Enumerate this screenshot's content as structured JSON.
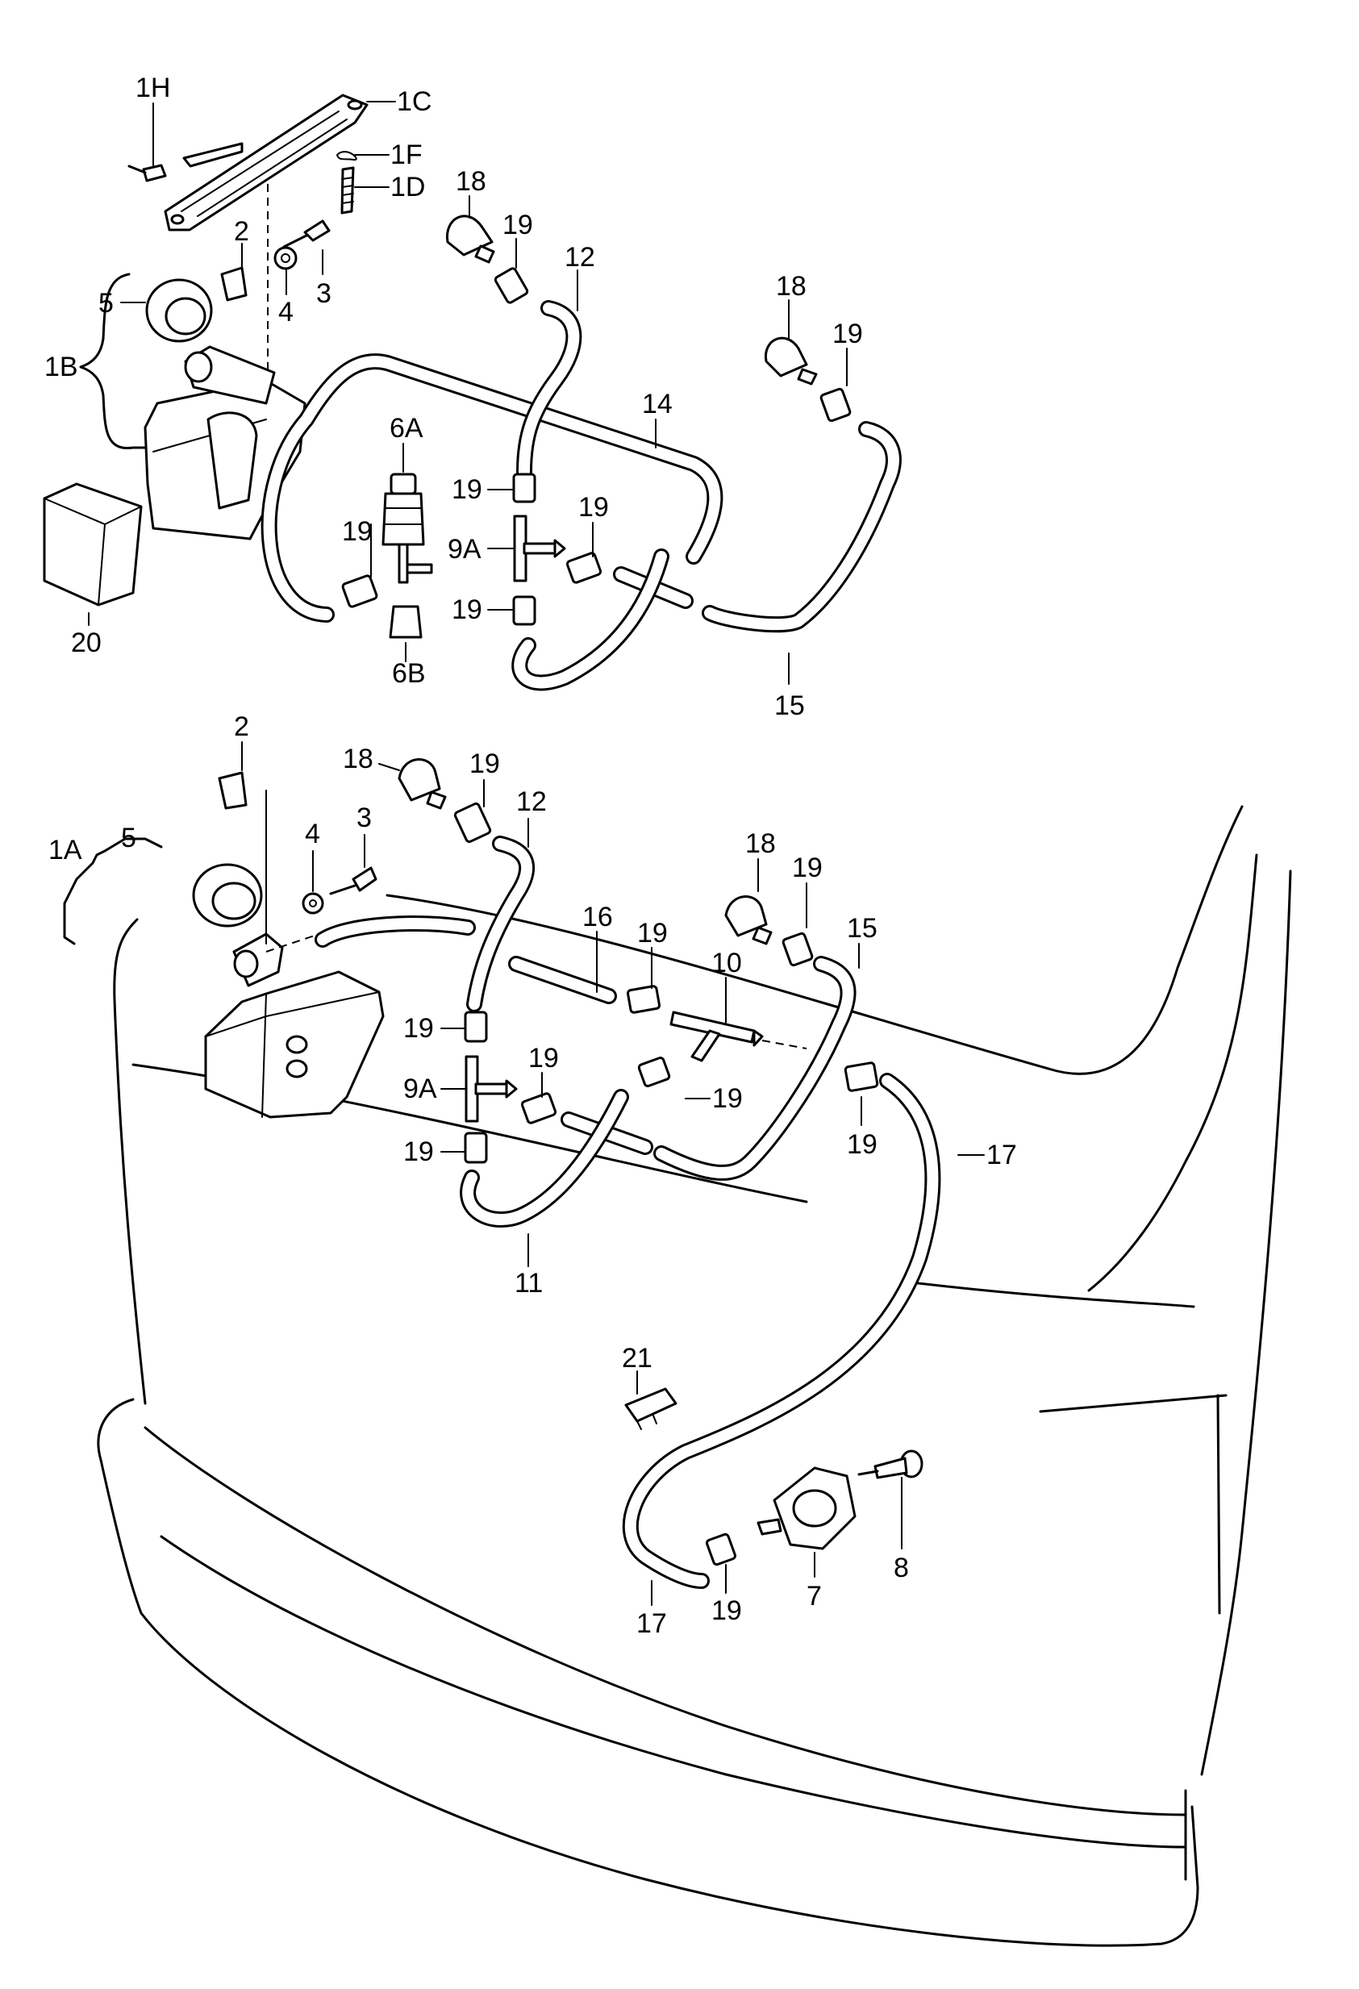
{
  "callouts": {
    "c_1H": "1H",
    "c_1C": "1C",
    "c_1F": "1F",
    "c_1D": "1D",
    "c_2a": "2",
    "c_3a": "3",
    "c_4a": "4",
    "c_5a": "5",
    "c_1B": "1B",
    "c_18a": "18",
    "c_19a": "19",
    "c_12a": "12",
    "c_18b": "18",
    "c_19b": "19",
    "c_14": "14",
    "c_6A": "6A",
    "c_6B": "6B",
    "c_19c": "19",
    "c_19d": "19",
    "c_9Aa": "9A",
    "c_19e": "19",
    "c_19f": "19",
    "c_20": "20",
    "c_15a": "15",
    "c_2b": "2",
    "c_18c": "18",
    "c_19g": "19",
    "c_12b": "12",
    "c_3b": "3",
    "c_1A": "1A",
    "c_5b": "5",
    "c_4b": "4",
    "c_18d": "18",
    "c_19h": "19",
    "c_15b": "15",
    "c_16": "16",
    "c_19i": "19",
    "c_10": "10",
    "c_19j": "19",
    "c_9Ab": "9A",
    "c_19k": "19",
    "c_19l": "19",
    "c_19m": "19",
    "c_17a": "17",
    "c_19n": "19",
    "c_11": "11",
    "c_21": "21",
    "c_17b": "17",
    "c_19o": "19",
    "c_7": "7",
    "c_8": "8"
  }
}
